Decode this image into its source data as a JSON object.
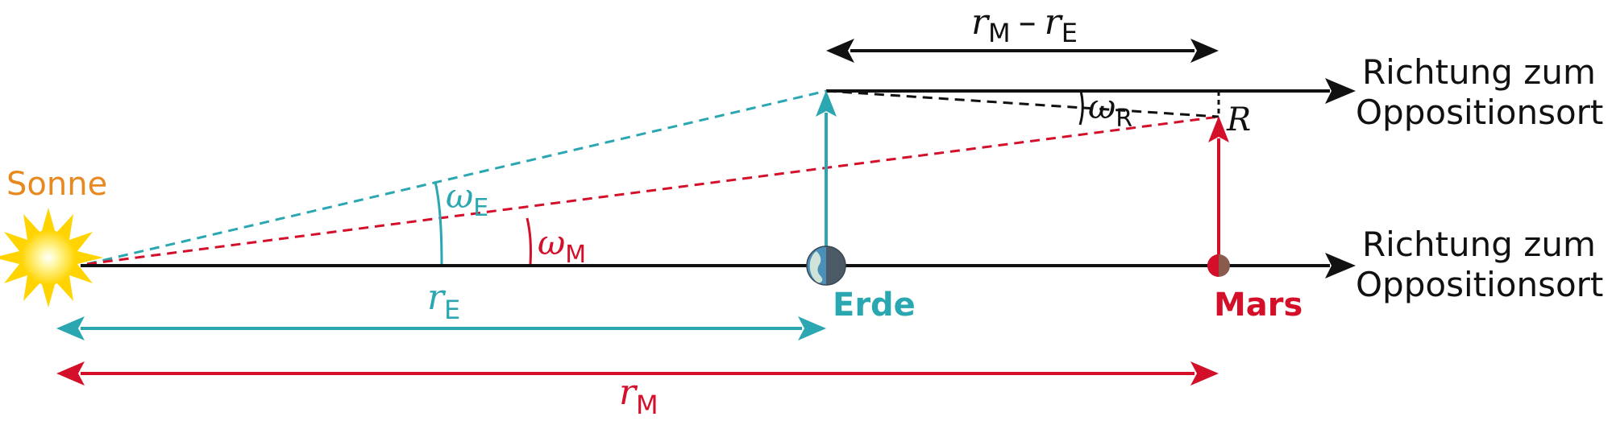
{
  "colors": {
    "black": "#111111",
    "teal": "#2aa7b0",
    "red": "#d40f2a",
    "orange": "#e8891f",
    "sun_core": "#fff27a",
    "sun_rays": "#ffd400",
    "earth_ocean": "#4a90b8",
    "earth_shadow": "#4b5a66",
    "mars": "#8a5a4c"
  },
  "labels": {
    "sonne": "Sonne",
    "erde": "Erde",
    "mars": "Mars",
    "richtung_top_1": "Richtung zum",
    "richtung_top_2": "Oppositionsort",
    "richtung_bottom_1": "Richtung zum",
    "richtung_bottom_2": "Oppositionsort",
    "r_symbol": "r",
    "sub_E": "E",
    "sub_M": "M",
    "sub_R": "R",
    "omega": "ω",
    "R": "R",
    "minus": "–"
  },
  "icons": {
    "sun": "sun-icon",
    "earth": "earth-icon",
    "mars": "mars-icon"
  }
}
